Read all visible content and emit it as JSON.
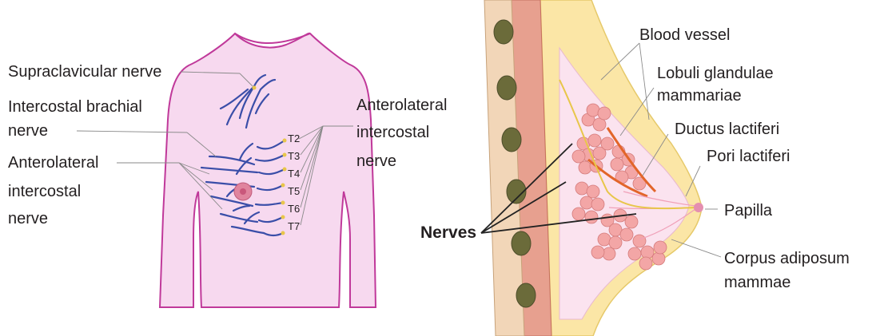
{
  "left_panel": {
    "labels": {
      "supraclavicular": "Supraclavicular nerve",
      "intercostal_brachial_1": "Intercostal brachial",
      "intercostal_brachial_2": "nerve",
      "antero_left_1": "Anterolateral",
      "antero_left_2": "intercostal",
      "antero_left_3": "nerve",
      "antero_right_1": "Anterolateral",
      "antero_right_2": "intercostal",
      "antero_right_3": "nerve"
    },
    "segments": [
      "T2",
      "T3",
      "T4",
      "T5",
      "T6",
      "T7"
    ]
  },
  "right_panel": {
    "labels": {
      "blood_vessel": "Blood vessel",
      "lobuli_1": "Lobuli glandulae",
      "lobuli_2": "mammariae",
      "ductus": "Ductus lactiferi",
      "pori": "Pori lactiferi",
      "papilla": "Papilla",
      "corpus_1": "Corpus adiposum",
      "corpus_2": "mammae",
      "nerves": "Nerves"
    }
  },
  "colors": {
    "skin_fill": "#f7d9ef",
    "skin_outline": "#c0399a",
    "nerve": "#3a4ea8",
    "nerve_tip": "#e8c64a",
    "lobule": "#f3a6a6",
    "duct": "#e2652a",
    "muscle": "#e7a08f",
    "fat": "#fbe6a6"
  }
}
